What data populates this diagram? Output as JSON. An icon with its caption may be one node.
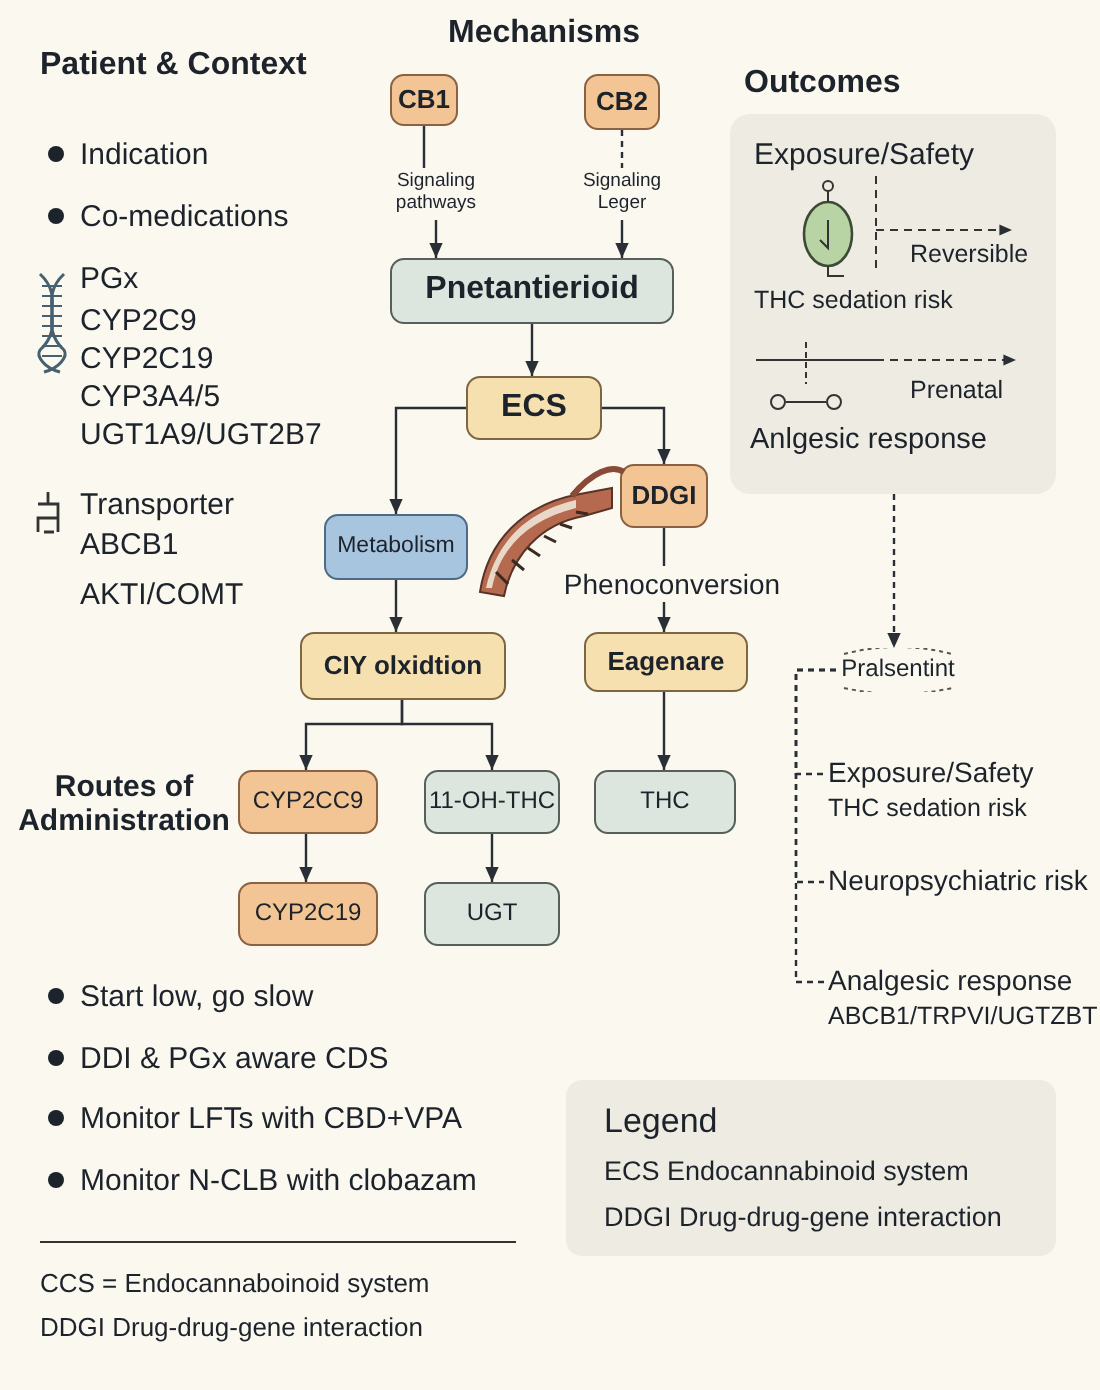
{
  "diagram": {
    "nodes": [
      {
        "text": [
          "CB1"
        ]
      },
      {
        "text": [
          "Signaling pathways"
        ]
      },
      {
        "text": [
          "CB2"
        ]
      },
      {
        "text": [
          "Signaling Leger"
        ]
      },
      {
        "text": [
          "Pnetantierioid"
        ]
      },
      {
        "text": [
          "ECS"
        ]
      },
      {
        "text": [
          "Metabolism"
        ]
      },
      {
        "text": [
          "DDGI"
        ]
      },
      {
        "text": [
          "Phenoconversion"
        ]
      },
      {
        "text": [
          "CIY olxidtion"
        ]
      },
      {
        "text": [
          "Eagenare"
        ]
      },
      {
        "text": [
          "CYP2CC9"
        ]
      },
      {
        "text": [
          "11-OH-THC"
        ]
      },
      {
        "text": [
          "THC"
        ]
      },
      {
        "text": [
          "CYP2C19"
        ]
      },
      {
        "text": [
          "UGT"
        ]
      },
      {
        "text": [
          "Exposure/Safety",
          "Reversible",
          "THC sedation risk",
          "Prenatal",
          "Anlgesic response"
        ]
      },
      {
        "text": [
          "Pralsentint"
        ]
      },
      {
        "text": [
          "Exposure/Safety",
          "THC sedation risk"
        ]
      },
      {
        "text": [
          "Neuropsychiatric risk"
        ]
      },
      {
        "text": [
          "Analgesic response",
          "ABCB1/TRPVI/UGTZBT"
        ]
      }
    ],
    "edges": [
      {
        "from": 0,
        "to": 1,
        "arrow": "none"
      },
      {
        "from": 1,
        "to": 4,
        "arrow": "to"
      },
      {
        "from": 2,
        "to": 3,
        "arrow": "none",
        "style": "dashed"
      },
      {
        "from": 3,
        "to": 4,
        "arrow": "to"
      },
      {
        "from": 4,
        "to": 5,
        "arrow": "to"
      },
      {
        "from": 5,
        "to": 6,
        "arrow": "to"
      },
      {
        "from": 5,
        "to": 7,
        "arrow": "to"
      },
      {
        "from": 6,
        "to": 9,
        "arrow": "to"
      },
      {
        "from": 7,
        "to": 8,
        "arrow": "none"
      },
      {
        "from": 8,
        "to": 10,
        "arrow": "to"
      },
      {
        "from": 9,
        "to": 11,
        "arrow": "to"
      },
      {
        "from": 9,
        "to": 12,
        "arrow": "to"
      },
      {
        "from": 10,
        "to": 13,
        "arrow": "to"
      },
      {
        "from": 11,
        "to": 14,
        "arrow": "to"
      },
      {
        "from": 12,
        "to": 15,
        "arrow": "to"
      },
      {
        "from": 16,
        "to": 17,
        "arrow": "to",
        "style": "dashed"
      },
      {
        "from": 17,
        "to": 18,
        "arrow": "none",
        "style": "dashed"
      },
      {
        "from": 17,
        "to": 19,
        "arrow": "none",
        "style": "dashed"
      },
      {
        "from": 17,
        "to": 20,
        "arrow": "none",
        "style": "dashed"
      }
    ],
    "labels": [
      "Mechanisms",
      "Patient & Context",
      "Outcomes",
      "Indication",
      "Co-medications",
      "PGx",
      "CYP2C9",
      "CYP2C19",
      "CYP3A4/5",
      "UGT1A9/UGT2B7",
      "Transporter",
      "ABCB1",
      "AKTI/COMT",
      "Routes of Administration",
      "Start low, go slow",
      "DDI & PGx aware CDS",
      "Monitor LFTs with CBD+VPA",
      "Monitor N-CLB with clobazam",
      "Legend",
      "CCS = Endocannaboinoid system",
      "DDGI Drug-drug-gene interaction"
    ],
    "legend": [
      {
        "text": "ECS Endocannabinoid system"
      },
      {
        "text": "DDGI Drug-drug-gene interaction"
      }
    ]
  }
}
